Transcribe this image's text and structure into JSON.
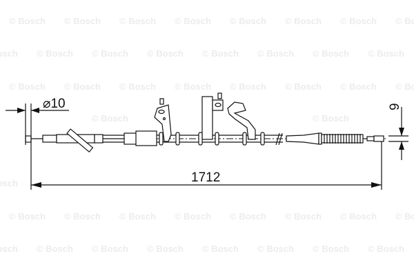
{
  "watermark": "© Bosch",
  "dimensions": {
    "length": "1712",
    "diameter": "⌀10",
    "end_width": "9"
  }
}
